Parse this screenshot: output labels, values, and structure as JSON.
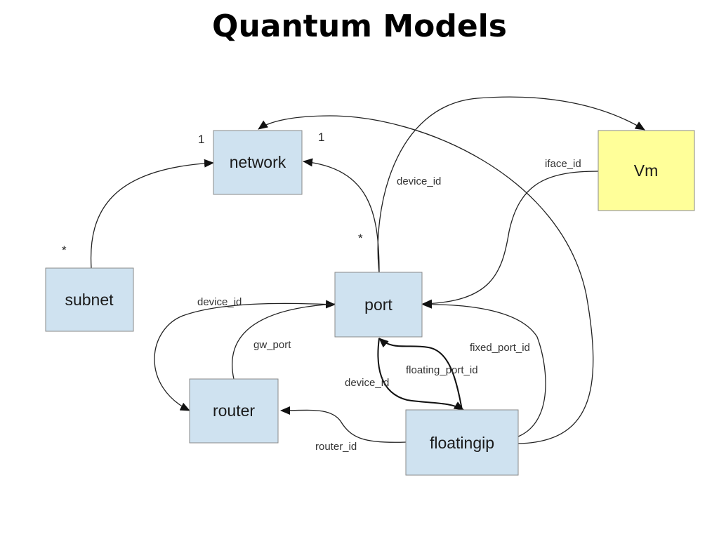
{
  "title": "Quantum Models",
  "colors": {
    "entity_fill": "#cfe2f0",
    "vm_fill": "#ffff99",
    "border": "#8a8a8a",
    "edge": "#222222"
  },
  "nodes": {
    "network": "network",
    "subnet": "subnet",
    "port": "port",
    "router": "router",
    "floatingip": "floatingip",
    "vm": "Vm"
  },
  "edge_labels": {
    "port_device_id_vm": "device_id",
    "vm_iface_id": "iface_id",
    "router_device_id": "device_id",
    "router_gw_port": "gw_port",
    "floatingip_fixed_port_id": "fixed_port_id",
    "floatingip_floating_port_id": "floating_port_id",
    "port_device_id_floatingip": "device_id",
    "floatingip_router_id": "router_id"
  },
  "multiplicity": {
    "network_left": "1",
    "network_right": "1",
    "subnet": "*",
    "port": "*"
  }
}
